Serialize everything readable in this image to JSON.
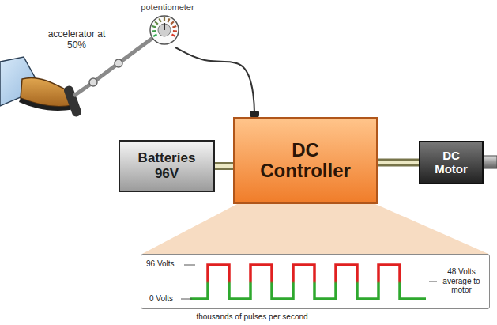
{
  "diagram": {
    "nodes": [
      {
        "text": [
          "potentiometer"
        ]
      },
      {
        "text": [
          "Batteries",
          "96V"
        ]
      },
      {
        "text": [
          "DC Controller"
        ]
      },
      {
        "text": [
          "DC Motor"
        ]
      },
      {
        "text": [
          "96 Volts",
          "0 Volts",
          "48 Volts average to motor",
          "thousands of pulses per second"
        ]
      }
    ],
    "edges": [
      {
        "from": 0,
        "to": 2,
        "arrow": "none"
      },
      {
        "from": 1,
        "to": 2,
        "arrow": "none"
      },
      {
        "from": 2,
        "to": 3,
        "arrow": "none"
      }
    ],
    "labels": [
      "accelerator at 50%"
    ]
  }
}
